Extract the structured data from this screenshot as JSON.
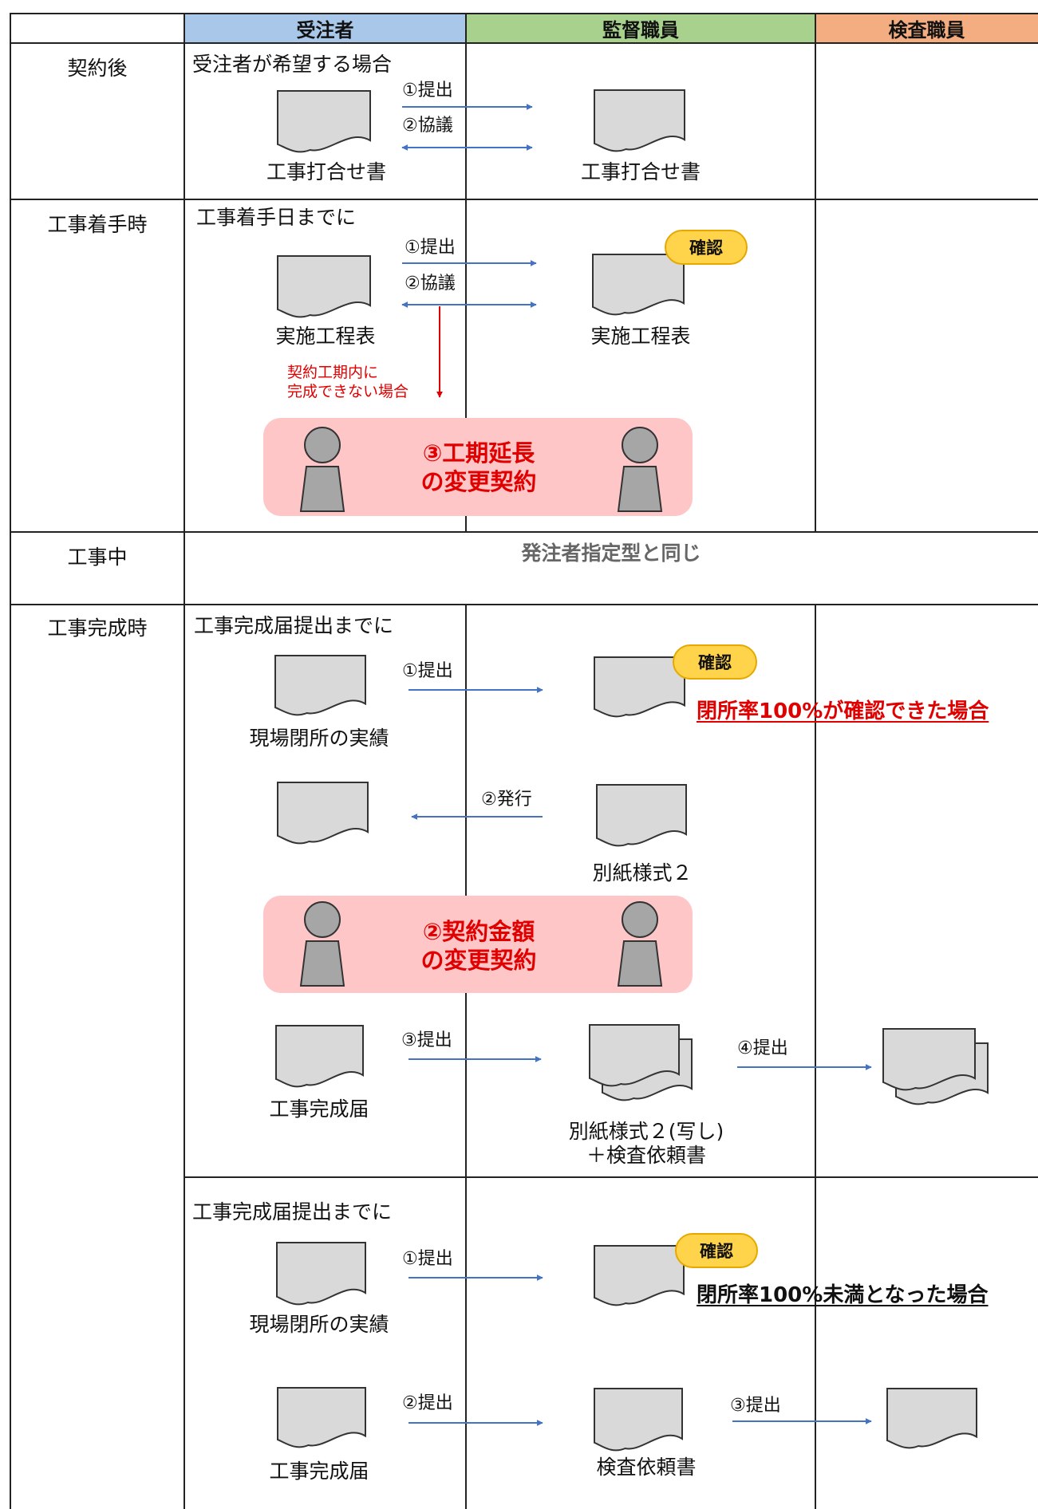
{
  "header": {
    "contractor": "受注者",
    "supervisor": "監督職員",
    "inspector": "検査職員"
  },
  "colors": {
    "contractor_header": "#a9c7e8",
    "supervisor_header": "#a7d18d",
    "inspector_header": "#f3ad80",
    "arrow_blue": "#4472c4",
    "arrow_red": "#e00000",
    "banner_pink": "#ffc6c8",
    "badge_yellow": "#ffd44a",
    "red_text": "#e00000"
  },
  "rows": {
    "after_contract": {
      "label": "契約後",
      "condition": "受注者が希望する場合",
      "step1": "①提出",
      "step2": "②協議",
      "doc_left": "工事打合せ書",
      "doc_right": "工事打合せ書"
    },
    "start": {
      "label": "工事着手時",
      "condition": "工事着手日までに",
      "step1": "①提出",
      "step2": "②協議",
      "badge": "確認",
      "doc_left": "実施工程表",
      "doc_right": "実施工程表",
      "note_line1": "契約工期内に",
      "note_line2": "完成できない場合",
      "banner_line1": "③工期延長",
      "banner_line2": "の変更契約"
    },
    "during": {
      "label": "工事中",
      "text": "発注者指定型と同じ"
    },
    "completion": {
      "label": "工事完成時",
      "case_a": {
        "condition": "工事完成届提出までに",
        "step1": "①提出",
        "badge": "確認",
        "result": "閉所率100%が確認できた場合",
        "doc_left": "現場閉所の実績",
        "step2": "②発行",
        "doc_issued": "別紙様式２",
        "banner_line1": "②契約金額",
        "banner_line2": "の変更契約",
        "step3": "③提出",
        "doc_completion": "工事完成届",
        "step4": "④提出",
        "doc_copy_line1": "別紙様式２(写し)",
        "doc_copy_line2": "＋検査依頼書"
      },
      "case_b": {
        "condition": "工事完成届提出までに",
        "step1": "①提出",
        "badge": "確認",
        "result": "閉所率100%未満となった場合",
        "doc_left": "現場閉所の実績",
        "step2": "②提出",
        "doc_completion": "工事完成届",
        "doc_request": "検査依頼書",
        "step3": "③提出"
      }
    }
  }
}
